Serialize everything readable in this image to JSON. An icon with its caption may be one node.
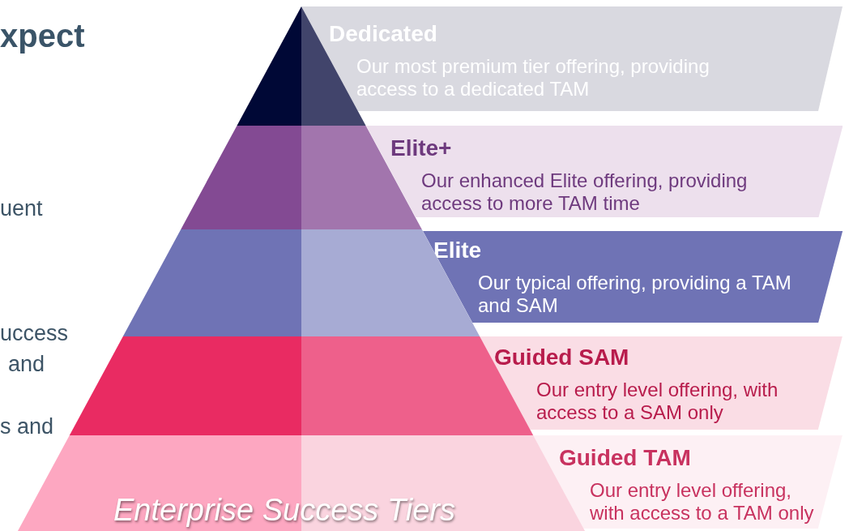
{
  "diagram": {
    "title": "xpect",
    "nodes": [
      {
        "text": [
          "Dedicated",
          "Our most premium tier offering, providing access to a dedicated TAM"
        ]
      },
      {
        "text": [
          "Elite+",
          "Our enhanced Elite offering, providing access to more TAM time"
        ]
      },
      {
        "text": [
          "Elite",
          "Our typical offering, providing a TAM and SAM"
        ]
      },
      {
        "text": [
          "Guided SAM",
          "Our entry level offering, with access to a SAM only"
        ]
      },
      {
        "text": [
          "Guided TAM",
          "Our entry level offering, with access to a TAM only"
        ]
      }
    ],
    "labels": [
      "uent",
      "uccess",
      "and",
      "s and",
      "Enterprise Success Tiers"
    ]
  }
}
